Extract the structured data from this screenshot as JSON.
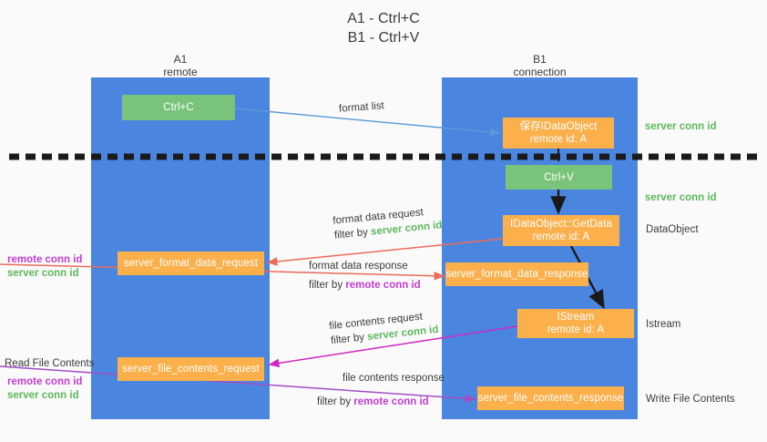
{
  "title": {
    "line1": "A1 - Ctrl+C",
    "line2": "B1 - Ctrl+V"
  },
  "lanes": [
    {
      "id": "a1",
      "name": "A1",
      "role": "remote",
      "color": "#4a86e0"
    },
    {
      "id": "b1",
      "name": "B1",
      "role": "connection",
      "color": "#4a86e0"
    }
  ],
  "colors": {
    "lane": "#4a86e0",
    "green_node": "#79c47a",
    "orange_node": "#fbb04c",
    "server_conn_id": "#5cb85c",
    "remote_conn_id": "#c03fd0",
    "blue_arrow": "#5b9bd5",
    "red_arrow": "#ea6b5b",
    "magenta_arrow": "#d028c0",
    "purple_arrow": "#a24fc4",
    "black_arrow": "#1a1a1a",
    "divider": "#1a1a1a"
  },
  "nodes": {
    "ctrl_c": {
      "label": "Ctrl+C",
      "kind": "green"
    },
    "save_idataobject": {
      "line1": "保存IDataObject",
      "line2": "remote id: A",
      "kind": "orange"
    },
    "ctrl_v": {
      "label": "Ctrl+V",
      "kind": "green"
    },
    "getdata": {
      "line1": "IDataObject::GetData",
      "line2": "remote id: A",
      "kind": "orange"
    },
    "server_format_data_request": {
      "label": "server_format_data_request",
      "kind": "orange"
    },
    "server_format_data_response": {
      "label": "server_format_data_response",
      "kind": "orange"
    },
    "istream": {
      "line1": "IStream",
      "line2": "remote id: A",
      "kind": "orange"
    },
    "server_file_contents_request": {
      "label": "server_file_contents_request",
      "kind": "orange"
    },
    "server_file_contents_response": {
      "label": "server_file_contents_response",
      "kind": "orange"
    }
  },
  "right_labels": {
    "server_conn_id_top": "server conn id",
    "server_conn_id_mid": "server conn id",
    "dataobject": "DataObject",
    "istream": "Istream",
    "write_file_contents": "Write File Contents"
  },
  "left_labels": {
    "conn_pair_mid": {
      "remote": "remote conn id",
      "server": "server conn id"
    },
    "read_file_contents": "Read File Contents",
    "conn_pair_bottom": {
      "remote": "remote conn id",
      "server": "server conn id"
    }
  },
  "edges": {
    "format_list": {
      "text": "format list"
    },
    "format_data_request": {
      "line1": "format data request",
      "line2_prefix": "filter by ",
      "line2_highlight": "server conn id"
    },
    "format_data_response": {
      "line1": "format data response",
      "line2_prefix": "filter by ",
      "line2_highlight": "remote conn id"
    },
    "file_contents_request": {
      "line1": "file contents request",
      "line2_prefix": "filter by ",
      "line2_highlight": "server conn id"
    },
    "file_contents_response": {
      "line1": "file contents response",
      "line2_prefix": "filter by ",
      "line2_highlight": "remote conn id"
    }
  }
}
